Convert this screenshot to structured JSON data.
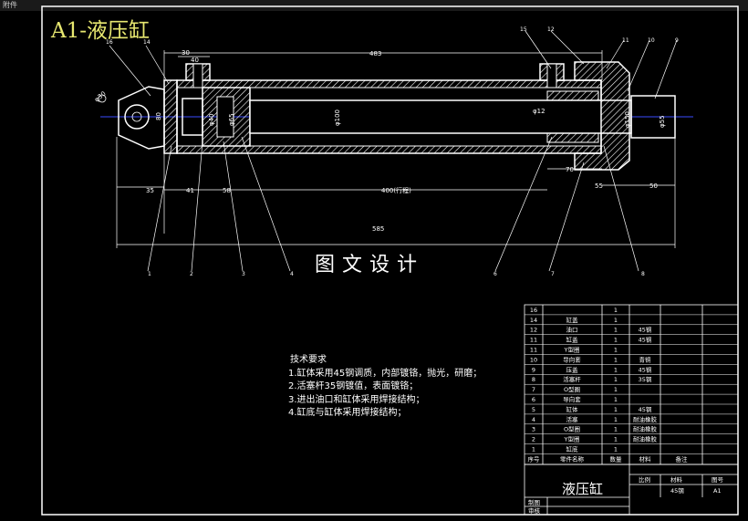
{
  "window": {
    "tab_label": "附件"
  },
  "drawing": {
    "title": "A1-液压缸",
    "brand": "图文设计",
    "dimensions": {
      "d_483": "483",
      "d_30": "30",
      "d_40": "40",
      "d_phi30": "φ30",
      "d_80": "80",
      "d_phi40": "φ40",
      "d_phi65": "φ65",
      "d_phi100": "φ100",
      "d_phi12": "φ12",
      "d_phi150": "φ150",
      "d_phi55": "φ55",
      "d_35": "35",
      "d_41": "41",
      "d_58": "58",
      "d_400": "400(行程)",
      "d_70": "70",
      "d_55": "55",
      "d_50": "50",
      "d_585": "585"
    },
    "balloons_top": [
      "16",
      "14",
      "15",
      "12",
      "11",
      "10",
      "9"
    ],
    "balloons_bottom": [
      "1",
      "2",
      "3",
      "4",
      "6",
      "7",
      "8"
    ]
  },
  "tech_requirements": {
    "heading": "技术要求",
    "items": [
      "1.缸体采用45钢调质，内部镀铬，抛光，研磨；",
      "2.活塞杆35钢镀值，表面镀铬；",
      "3.进出油口和缸体采用焊接结构；",
      "4.缸底与缸体采用焊接结构；"
    ]
  },
  "bom": {
    "rows": [
      {
        "no": "16",
        "name": "",
        "qty": "1",
        "material": "",
        "note": ""
      },
      {
        "no": "14",
        "name": "缸盖",
        "qty": "1",
        "material": "",
        "note": ""
      },
      {
        "no": "12",
        "name": "油口",
        "qty": "1",
        "material": "45钢",
        "note": ""
      },
      {
        "no": "11",
        "name": "缸盖",
        "qty": "1",
        "material": "45钢",
        "note": ""
      },
      {
        "no": "11",
        "name": "Y型圈",
        "qty": "1",
        "material": "",
        "note": ""
      },
      {
        "no": "10",
        "name": "导向套",
        "qty": "1",
        "material": "青铜",
        "note": ""
      },
      {
        "no": "9",
        "name": "压盖",
        "qty": "1",
        "material": "45钢",
        "note": ""
      },
      {
        "no": "8",
        "name": "活塞杆",
        "qty": "1",
        "material": "35钢",
        "note": ""
      },
      {
        "no": "7",
        "name": "O型圈",
        "qty": "1",
        "material": "",
        "note": ""
      },
      {
        "no": "6",
        "name": "导向套",
        "qty": "1",
        "material": "",
        "note": ""
      },
      {
        "no": "5",
        "name": "缸体",
        "qty": "1",
        "material": "45钢",
        "note": ""
      },
      {
        "no": "4",
        "name": "活塞",
        "qty": "1",
        "material": "耐油橡胶",
        "note": ""
      },
      {
        "no": "3",
        "name": "O型圈",
        "qty": "1",
        "material": "耐油橡胶",
        "note": ""
      },
      {
        "no": "2",
        "name": "Y型圈",
        "qty": "1",
        "material": "耐油橡胶",
        "note": ""
      },
      {
        "no": "1",
        "name": "缸底",
        "qty": "1",
        "material": "",
        "note": ""
      }
    ],
    "header": {
      "no": "序号",
      "name": "零件名称",
      "qty": "数量",
      "material": "材料",
      "note": "备注"
    }
  },
  "title_block": {
    "name": "液压缸",
    "scale_label": "比例",
    "material_label": "材料",
    "drawing_no_label": "图号",
    "material": "45钢",
    "drawing_no": "A1",
    "drawn_label": "制图",
    "checked_label": "审核"
  },
  "colors": {
    "frame": "#ffffff",
    "centerline": "#3a4cff",
    "title": "#e8e870",
    "hatch": "#ffffff"
  }
}
